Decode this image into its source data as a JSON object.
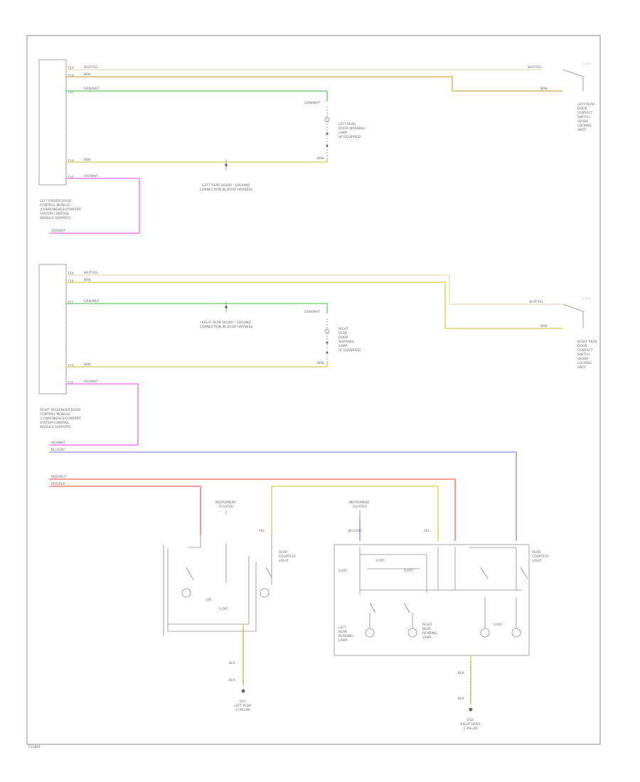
{
  "colors": {
    "wht_yel": "#e9e3c2",
    "brn": "#c9a24a",
    "grn_wht": "#7fd47f",
    "vio_wht": "#ff7ff0",
    "blu_gry": "#9d9df7",
    "red": "#ff7a7a",
    "yel": "#e6d36a",
    "frame": "#8a8a8a"
  },
  "page_code": "F12864",
  "modules": {
    "left": {
      "name": [
        "LEFT DRIVER DOOR",
        "CONTROL MODULE",
        "(CONVENIENCE/COMFORT",
        "SYSTEM CONTROL",
        "MODULE SUPPORT)"
      ],
      "pins": [
        "T1A",
        "T1B",
        "T1C",
        "T1D",
        "T1E"
      ]
    },
    "right": {
      "name": [
        "RIGHT PASSENGER DOOR",
        "CONTROL MODULE",
        "(CONVENIENCE/COMFORT",
        "SYSTEM CONTROL",
        "MODULE SUPPORT)"
      ],
      "pins": [
        "T1A",
        "T1B",
        "T1C",
        "T1D",
        "T1E"
      ]
    }
  },
  "wires": {
    "wht_yel": "WHT/YEL",
    "brn": "BRN",
    "grn_wht": "GRN/WHT",
    "vio_wht": "VIO/WHT",
    "blu_gry": "BLU/GRY",
    "red_wht": "RED/WHT",
    "red_blk": "RED/BLK",
    "yel": "YEL",
    "blk": "BLK"
  },
  "components": {
    "left_rear_door_switch": [
      "LEFT REAR",
      "DOOR",
      "CONTACT",
      "SWITCH",
      "(DOOR",
      "LOCKING",
      "UNIT)"
    ],
    "right_rear_door_switch": [
      "RIGHT REAR",
      "DOOR",
      "CONTACT",
      "SWITCH",
      "(DOOR",
      "LOCKING",
      "UNIT)"
    ],
    "left_rear_lamp": [
      "LEFT REAR",
      "DOOR WARNING",
      "LAMP",
      "(IF EQUIPPED)"
    ],
    "right_rear_lamp": [
      "RIGHT",
      "REAR",
      "DOOR",
      "WARNING",
      "LAMP",
      "(IF EQUIPPED)"
    ],
    "ground_left": [
      "(LEFT REAR DOOR) - GROUND",
      "CONNECTION IN DOOR HARNESS"
    ],
    "ground_right": [
      "(RIGHT REAR DOOR) - GROUND",
      "CONNECTION IN DOOR HARNESS"
    ],
    "ip_left": [
      "INSTRUMENT",
      "CLUSTER"
    ],
    "ip_right": [
      "INSTRUMENT",
      "CLUSTER"
    ],
    "rear_left_light": [
      "REAR",
      "COURTESY",
      "LIGHT"
    ],
    "rear_right_light": [
      "REAR",
      "COURTESY",
      "LIGHT"
    ],
    "g_left": [
      "G51",
      "LEFT REAR",
      "C-PILLAR"
    ],
    "g_right": [
      "G52",
      "RIGHT REAR",
      "C-PILLAR"
    ],
    "lamp_small": [
      "LEFT",
      "REAR",
      "READING",
      "LAMP"
    ],
    "lamp_small_r": [
      "RIGHT",
      "REAR",
      "READING",
      "LAMP"
    ]
  },
  "notes": {
    "s_off": "S OFF",
    "on": "ON",
    "s_off_2": "S OFF"
  }
}
